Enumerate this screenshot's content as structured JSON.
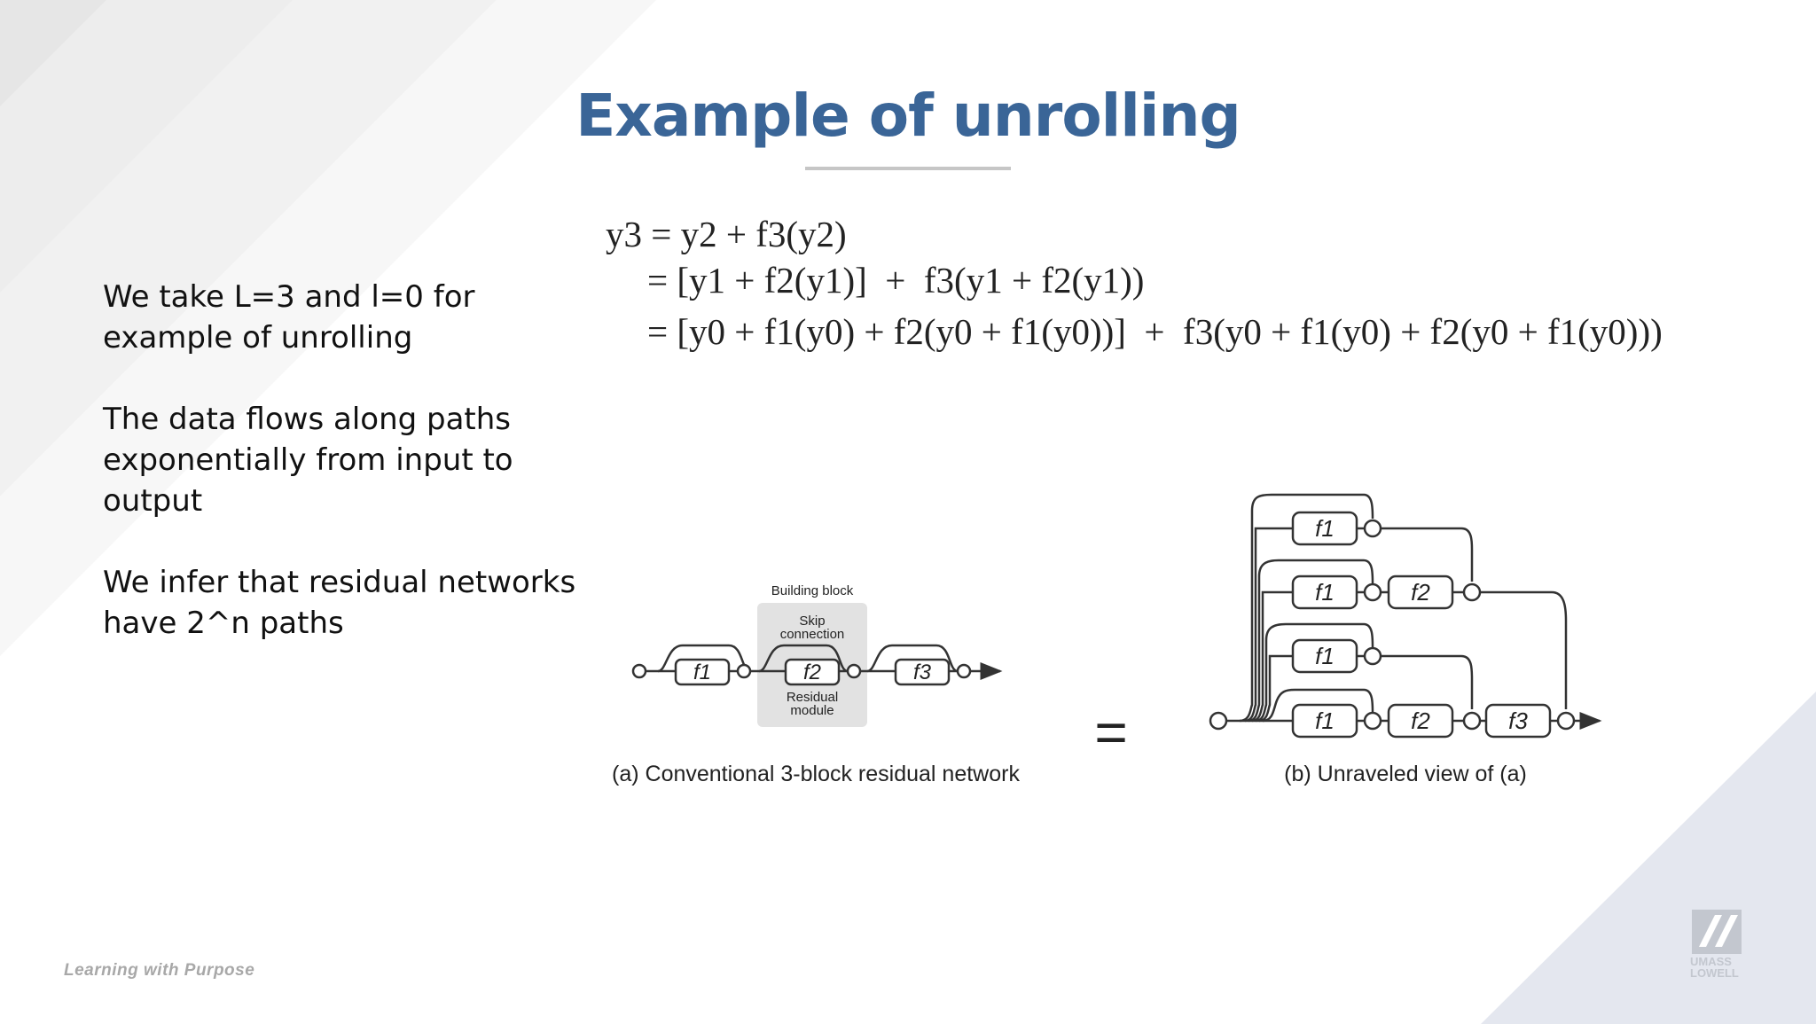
{
  "slide": {
    "title": "Example of unrolling",
    "bullets": [
      "We take L=3 and l=0 for example of unrolling",
      "The data flows along paths exponentially from input to output",
      "We infer that residual networks have 2^n paths"
    ],
    "footer_tagline": "Learning with Purpose",
    "logo_text": [
      "UMASS",
      "LOWELL"
    ]
  },
  "equations": [
    "y3 = y2 + f3(y2)",
    "= [y1 + f2(y1)]  +  f3(y1 + f2(y1))",
    "= [y0 + f1(y0) + f2(y0 + f1(y0))]  +  f3(y0 + f1(y0) + f2(y0 + f1(y0)))"
  ],
  "figure": {
    "left": {
      "building_block_label": "Building block",
      "skip_connection_label": [
        "Skip",
        "connection"
      ],
      "residual_module_label": [
        "Residual",
        "module"
      ],
      "blocks": [
        "f1",
        "f2",
        "f3"
      ],
      "caption": "(a) Conventional 3-block residual network"
    },
    "equals_sign": "=",
    "right": {
      "paths": [
        [
          "f1"
        ],
        [
          "f1",
          "f2"
        ],
        [
          "f1"
        ],
        [
          "f1",
          "f2",
          "f3"
        ]
      ],
      "caption": "(b) Unraveled view of (a)"
    }
  }
}
